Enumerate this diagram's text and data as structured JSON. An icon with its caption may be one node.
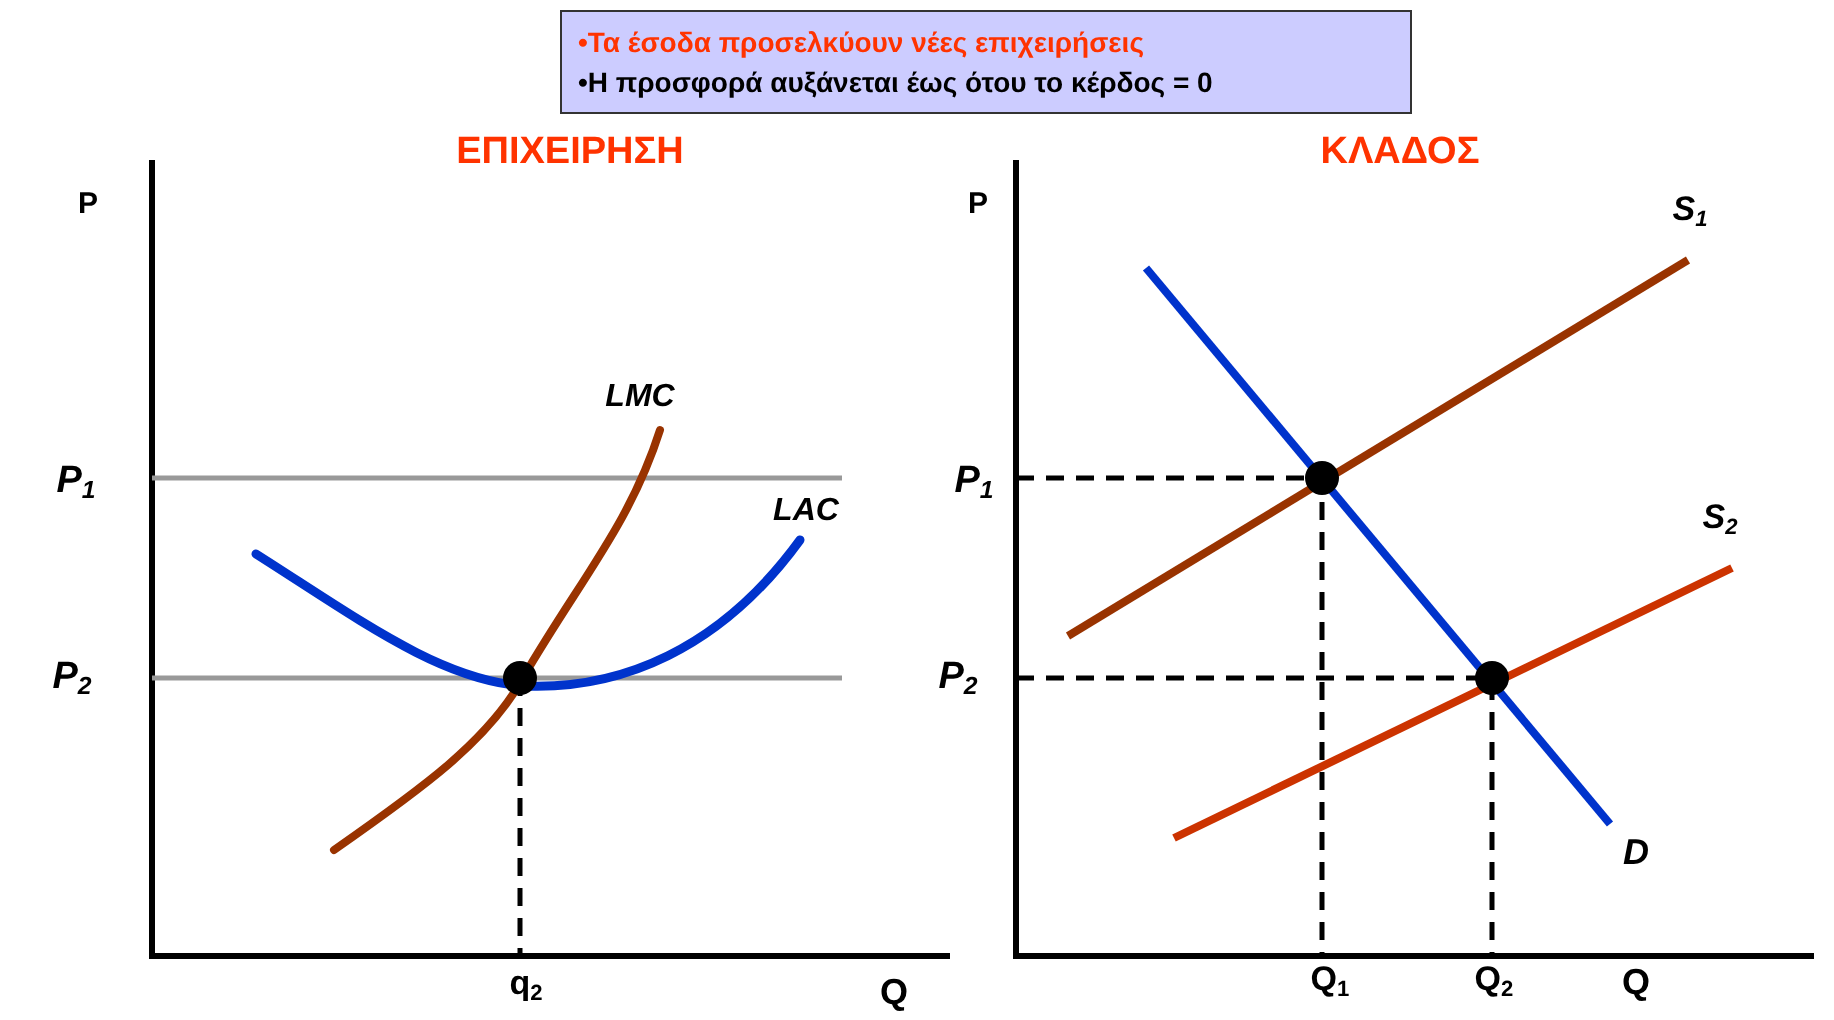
{
  "diagram": {
    "nodes": [
      {
        "text": [
          "•Τα έσοδα προσελκύουν νέες επιχειρήσεις",
          "•Η προσφορά αυξάνεται έως ότου το κέρδος = 0"
        ]
      }
    ],
    "labels": [
      "ΕΠΙΧΕΙΡΗΣΗ",
      "ΚΛΑΔΟΣ",
      "P",
      "P",
      "S$_{1}$",
      "LMC",
      "P$_{1}$",
      "P$_{1}$",
      "LAC",
      "S$_{2}$",
      "P$_{2}$",
      "P$_{2}$",
      "D",
      "q$_{2}$",
      "Q",
      "Q$_{1}$",
      "Q$_{2}$",
      "Q"
    ]
  }
}
